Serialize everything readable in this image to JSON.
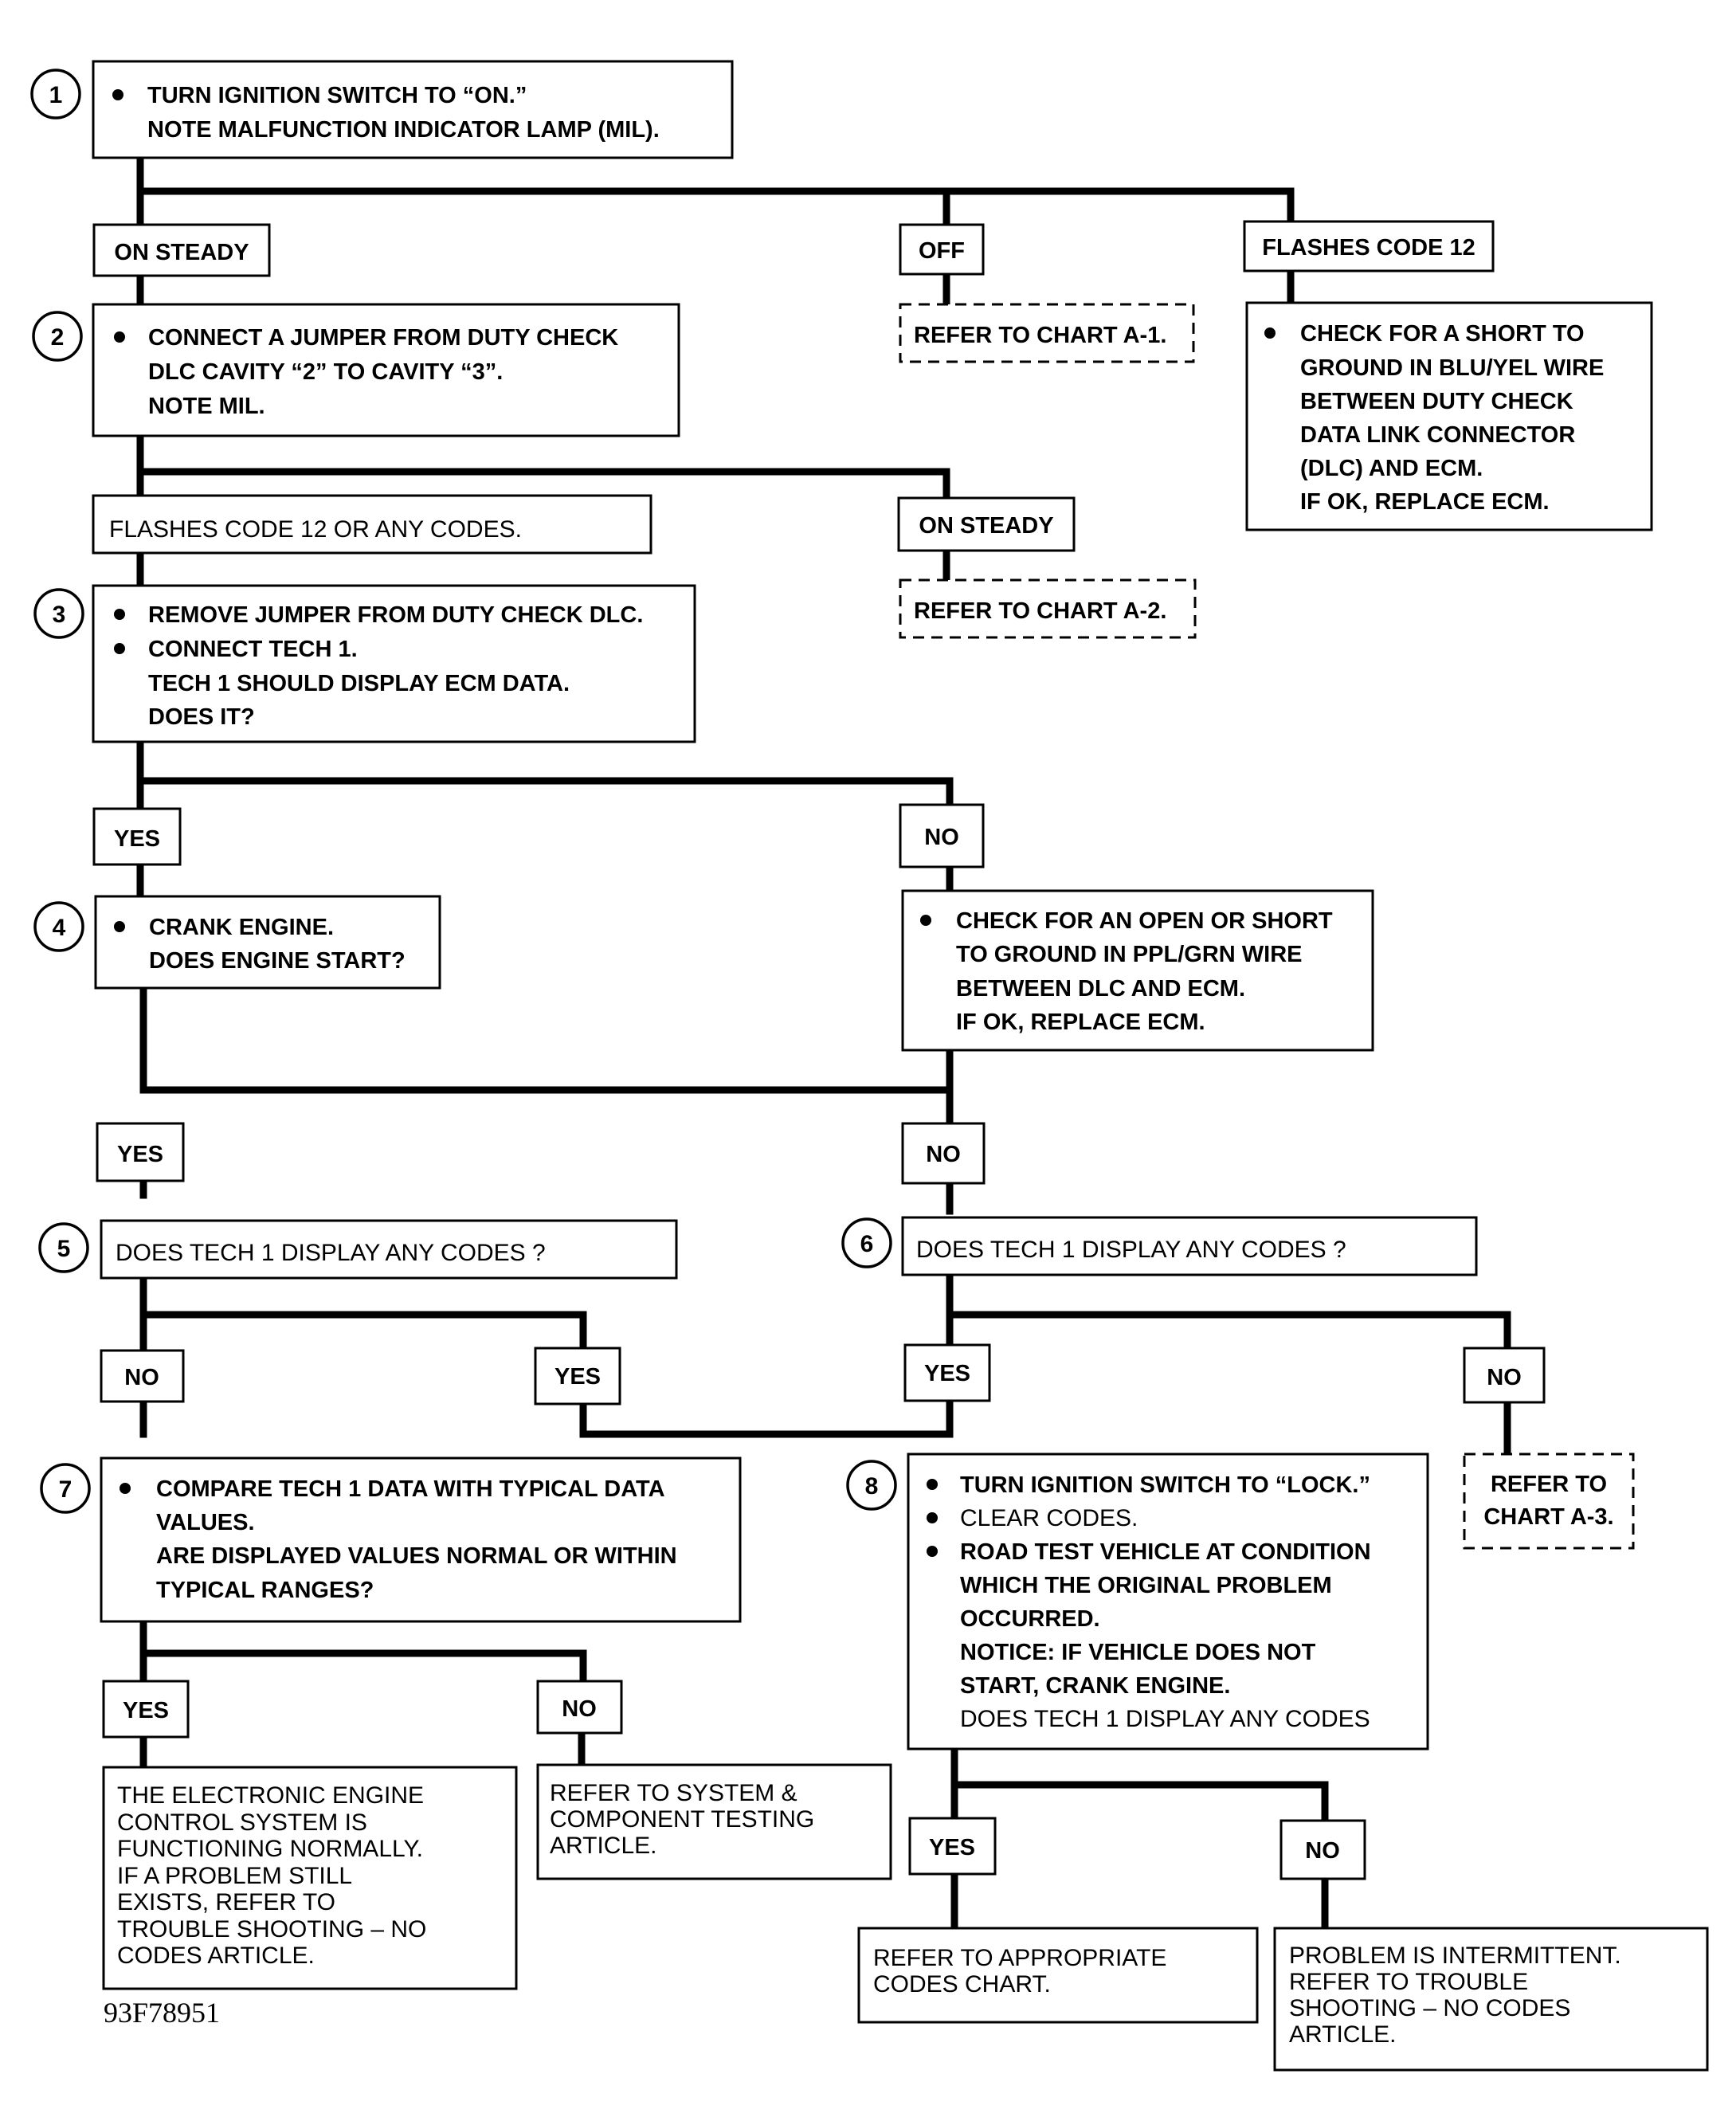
{
  "step1": {
    "number": "1",
    "lines": [
      "TURN IGNITION SWITCH TO “ON.”",
      "NOTE MALFUNCTION INDICATOR LAMP (MIL)."
    ]
  },
  "branch1": {
    "on_steady": "ON STEADY",
    "off": "OFF",
    "flashes": "FLASHES CODE 12"
  },
  "refer_a1": "REFER TO CHART A-1.",
  "short_blu": {
    "lines": [
      "CHECK FOR A SHORT TO",
      "GROUND IN BLU/YEL WIRE",
      "BETWEEN DUTY CHECK",
      "DATA LINK CONNECTOR",
      "(DLC) AND ECM.",
      "IF OK, REPLACE ECM."
    ]
  },
  "step2": {
    "number": "2",
    "lines": [
      "CONNECT A JUMPER FROM DUTY CHECK",
      "DLC CAVITY “2” TO CAVITY “3”.",
      "NOTE MIL."
    ]
  },
  "branch2": {
    "flashes": "FLASHES CODE 12 OR ANY CODES.",
    "on_steady": "ON STEADY"
  },
  "refer_a2": "REFER TO CHART A-2.",
  "step3": {
    "number": "3",
    "lines": [
      "REMOVE JUMPER FROM DUTY CHECK DLC.",
      "CONNECT TECH 1.",
      "TECH 1 SHOULD DISPLAY ECM DATA.",
      "DOES IT?"
    ]
  },
  "branch3": {
    "yes": "YES",
    "no": "NO"
  },
  "open_ppl": {
    "lines": [
      "CHECK FOR AN OPEN OR SHORT",
      "TO GROUND IN PPL/GRN WIRE",
      "BETWEEN DLC AND ECM.",
      "IF OK, REPLACE ECM."
    ]
  },
  "step4": {
    "number": "4",
    "lines": [
      "CRANK ENGINE.",
      "DOES ENGINE START?"
    ]
  },
  "branch4": {
    "yes": "YES",
    "no": "NO"
  },
  "step5": {
    "number": "5",
    "text": "DOES TECH 1 DISPLAY ANY CODES ?"
  },
  "step6": {
    "number": "6",
    "text": "DOES TECH 1 DISPLAY ANY CODES ?"
  },
  "branch5": {
    "no": "NO",
    "yes": "YES"
  },
  "branch6": {
    "yes": "YES",
    "no": "NO"
  },
  "refer_a3": {
    "lines": [
      "REFER TO",
      "CHART A-3."
    ]
  },
  "step7": {
    "number": "7",
    "lines": [
      "COMPARE TECH 1 DATA WITH TYPICAL DATA",
      "VALUES.",
      "ARE DISPLAYED VALUES NORMAL OR WITHIN",
      "TYPICAL RANGES?"
    ]
  },
  "step8": {
    "number": "8",
    "lines": [
      "TURN IGNITION SWITCH TO “LOCK.”",
      "CLEAR CODES.",
      "ROAD TEST VEHICLE AT CONDITION",
      "WHICH THE ORIGINAL PROBLEM",
      "OCCURRED.",
      "NOTICE: IF VEHICLE DOES NOT",
      "START, CRANK ENGINE.",
      "DOES TECH 1 DISPLAY ANY CODES"
    ]
  },
  "branch7": {
    "yes": "YES",
    "no": "NO"
  },
  "branch8": {
    "yes": "YES",
    "no": "NO"
  },
  "normal": {
    "lines": [
      "THE ELECTRONIC ENGINE",
      "CONTROL SYSTEM IS",
      "FUNCTIONING NORMALLY.",
      "IF A PROBLEM STILL",
      "EXISTS, REFER TO",
      "TROUBLE SHOOTING  –  NO",
      "CODES ARTICLE."
    ]
  },
  "system_testing": {
    "lines": [
      "REFER TO SYSTEM &",
      "COMPONENT TESTING",
      "ARTICLE."
    ]
  },
  "codes_chart": {
    "lines": [
      "REFER TO APPROPRIATE",
      "CODES CHART."
    ]
  },
  "intermittent": {
    "lines": [
      "PROBLEM IS INTERMITTENT.",
      "REFER TO TROUBLE",
      "SHOOTING  –  NO CODES",
      "ARTICLE."
    ]
  },
  "figure_id": "93F78951"
}
